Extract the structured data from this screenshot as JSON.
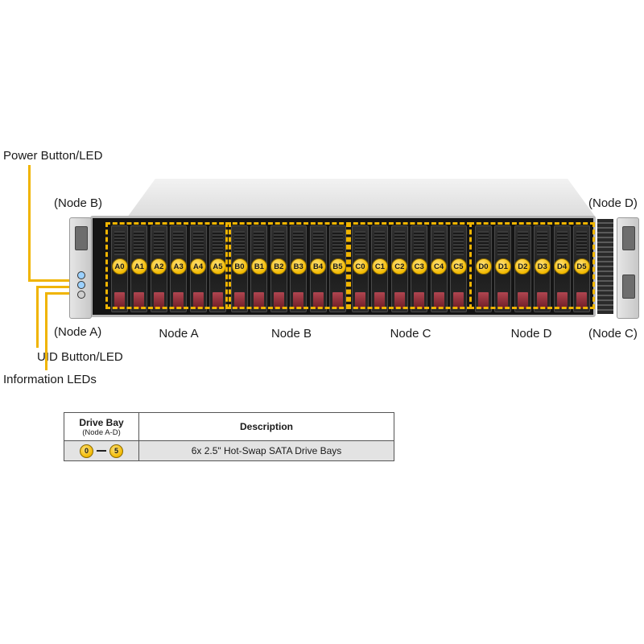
{
  "callouts": {
    "power_button": "Power Button/LED",
    "uid_button": "UID Button/LED",
    "info_leds": "Information  LEDs"
  },
  "corner_labels": {
    "top_left": "(Node B)",
    "bottom_left": "(Node A)",
    "top_right": "(Node D)",
    "bottom_right": "(Node C)"
  },
  "node_labels": [
    "Node A",
    "Node B",
    "Node C",
    "Node D"
  ],
  "drive_bays": [
    "A0",
    "A1",
    "A2",
    "A3",
    "A4",
    "A5",
    "B0",
    "B1",
    "B2",
    "B3",
    "B4",
    "B5",
    "C0",
    "C1",
    "C2",
    "C3",
    "C4",
    "C5",
    "D0",
    "D1",
    "D2",
    "D3",
    "D4",
    "D5"
  ],
  "colors": {
    "accent_yellow": "#f0b400",
    "latch_red": "#9a2f3a",
    "chassis_dark": "#141414"
  },
  "table": {
    "header_col1": "Drive Bay",
    "header_col1_sub": "(Node A-D)",
    "header_col2": "Description",
    "row_from": "0",
    "row_to": "5",
    "row_description": "6x 2.5\" Hot-Swap SATA Drive  Bays"
  }
}
